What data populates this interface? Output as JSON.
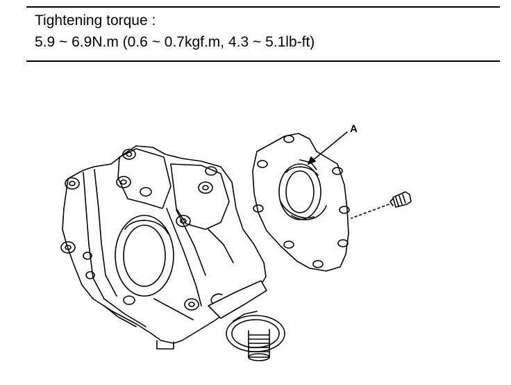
{
  "spec": {
    "heading": "Tightening torque :",
    "value": "5.9 ~ 6.9N.m (0.6 ~ 0.7kgf.m, 4.3 ~ 5.1lb-ft)"
  },
  "figure": {
    "callout": "A"
  }
}
